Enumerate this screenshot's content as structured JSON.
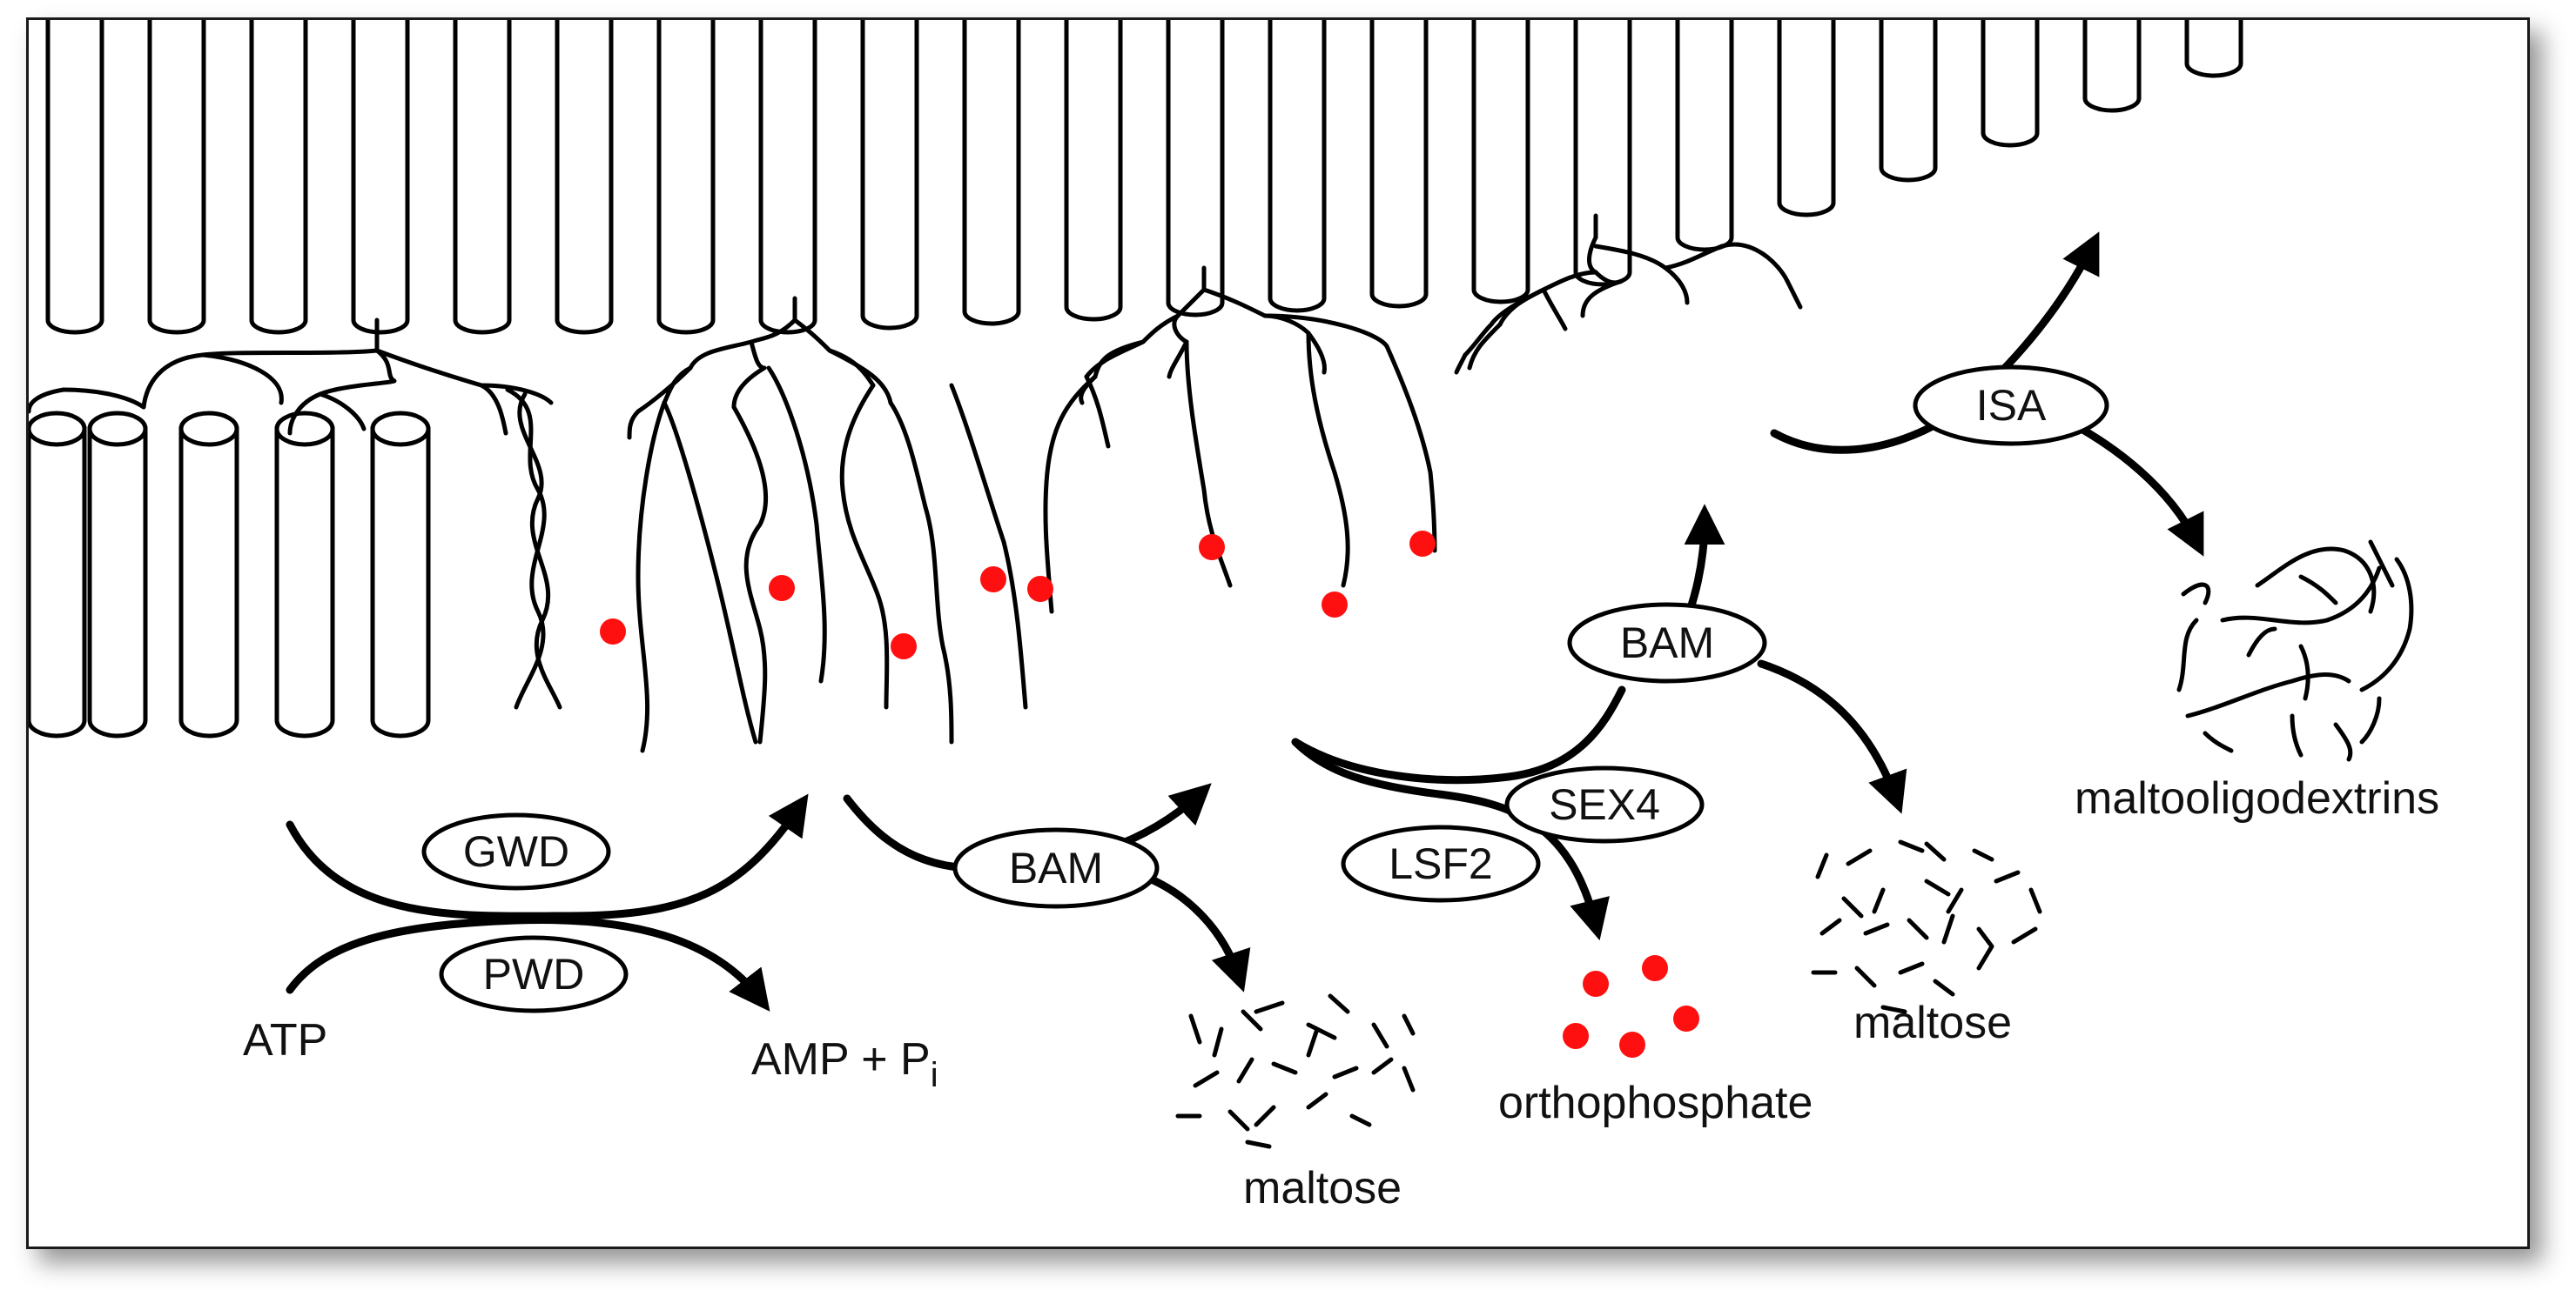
{
  "enzymes": {
    "gwd": "GWD",
    "pwd": "PWD",
    "bam_1": "BAM",
    "bam_2": "BAM",
    "sex4": "SEX4",
    "lsf2": "LSF2",
    "isa": "ISA"
  },
  "labels": {
    "atp": "ATP",
    "amp_pi": "AMP + P",
    "amp_pi_sub": "i",
    "maltose_1": "maltose",
    "maltose_2": "maltose",
    "orthophosphate": "orthophosphate",
    "maltooligodextrins": "maltooligodextrins"
  },
  "colors": {
    "phosphate": "#ff1010",
    "stroke": "#000000",
    "background": "#ffffff"
  }
}
